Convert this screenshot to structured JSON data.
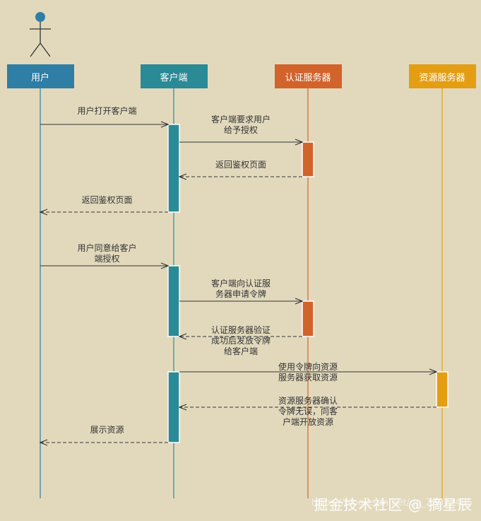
{
  "participants": [
    {
      "id": "user",
      "label": "用户",
      "color": "#2e7ea6",
      "actor": true
    },
    {
      "id": "client",
      "label": "客户端",
      "color": "#2a8a96"
    },
    {
      "id": "auth",
      "label": "认证服务器",
      "color": "#d2632b"
    },
    {
      "id": "resource",
      "label": "资源服务器",
      "color": "#e49e13"
    }
  ],
  "messages": [
    {
      "from": "user",
      "to": "client",
      "label": "用户打开客户端",
      "style": "solid"
    },
    {
      "from": "client",
      "to": "auth",
      "label": "客户端要求用户\n给予授权",
      "style": "solid"
    },
    {
      "from": "auth",
      "to": "client",
      "label": "返回鉴权页面",
      "style": "dashed"
    },
    {
      "from": "client",
      "to": "user",
      "label": "返回鉴权页面",
      "style": "dashed"
    },
    {
      "from": "user",
      "to": "client",
      "label": "用户同意给客户\n端授权",
      "style": "solid"
    },
    {
      "from": "client",
      "to": "auth",
      "label": "客户端向认证服\n务器申请令牌",
      "style": "solid"
    },
    {
      "from": "auth",
      "to": "client",
      "label": "认证服务器验证\n成功后发放令牌\n给客户端",
      "style": "dashed"
    },
    {
      "from": "client",
      "to": "resource",
      "label": "使用令牌向资源\n服务器获取资源",
      "style": "solid"
    },
    {
      "from": "resource",
      "to": "client",
      "label": "资源服务器确认\n令牌无误，向客\n户端开放资源",
      "style": "dashed"
    },
    {
      "from": "client",
      "to": "user",
      "label": "展示资源",
      "style": "dashed"
    }
  ],
  "watermark": {
    "main": "掘金技术社区 @ 摘星辰",
    "url": "https://blog.csdn.net/qq_28077405"
  }
}
